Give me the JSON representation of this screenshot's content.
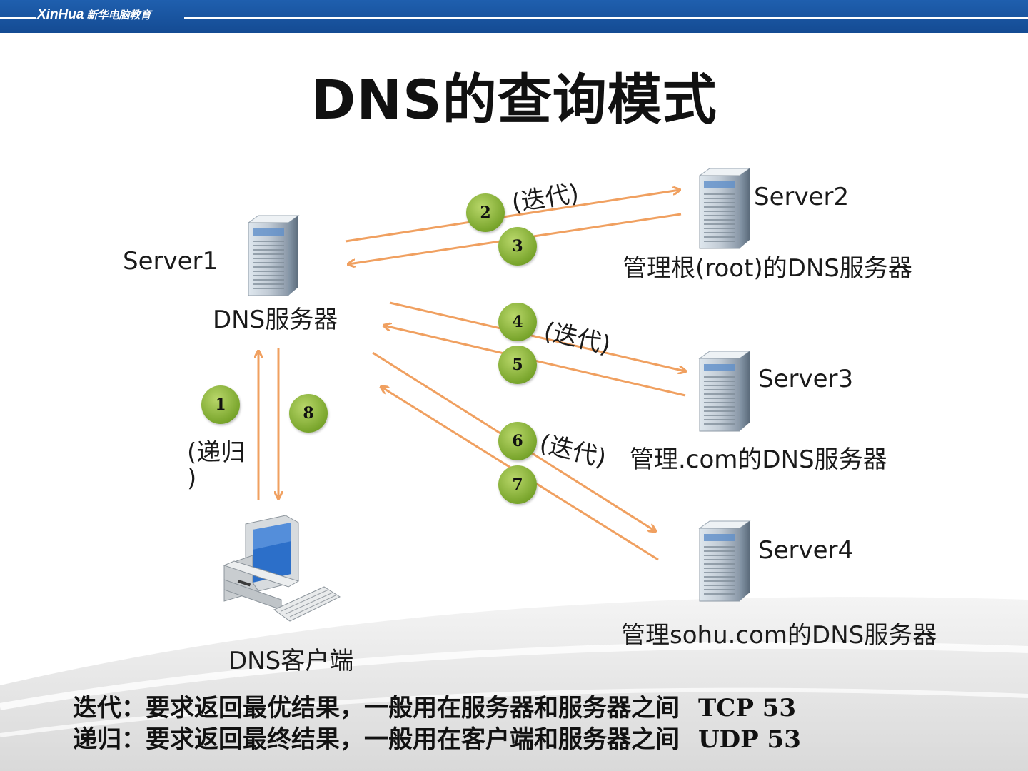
{
  "header": {
    "logo_text": "XinHua",
    "logo_cn": "新华电脑教育"
  },
  "title": "DNS的查询模式",
  "nodes": {
    "server1_name": "Server1",
    "server1_role": "DNS服务器",
    "server2_name": "Server2",
    "server2_role": "管理根(root)的DNS服务器",
    "server3_name": "Server3",
    "server3_role": "管理.com的DNS服务器",
    "server4_name": "Server4",
    "server4_role": "管理sohu.com的DNS服务器",
    "client_role": "DNS客户端"
  },
  "edge_labels": {
    "iter1": "(迭代)",
    "iter2": "(迭代)",
    "iter3": "(迭代)",
    "recursive": "(递归",
    "recursive_close": ")"
  },
  "steps": [
    "1",
    "2",
    "3",
    "4",
    "5",
    "6",
    "7",
    "8"
  ],
  "notes": {
    "iterative": "迭代：要求返回最优结果，一般用在服务器和服务器之间",
    "iterative_proto": "TCP  53",
    "recursive": "递归：要求返回最终结果，一般用在客户端和服务器之间",
    "recursive_proto": "UDP 53"
  },
  "colors": {
    "arrow": "#f0a060",
    "header": "#1a56a3",
    "badge": "#8ab43a"
  },
  "icons": {
    "server": "server-icon",
    "client": "computer-icon"
  }
}
